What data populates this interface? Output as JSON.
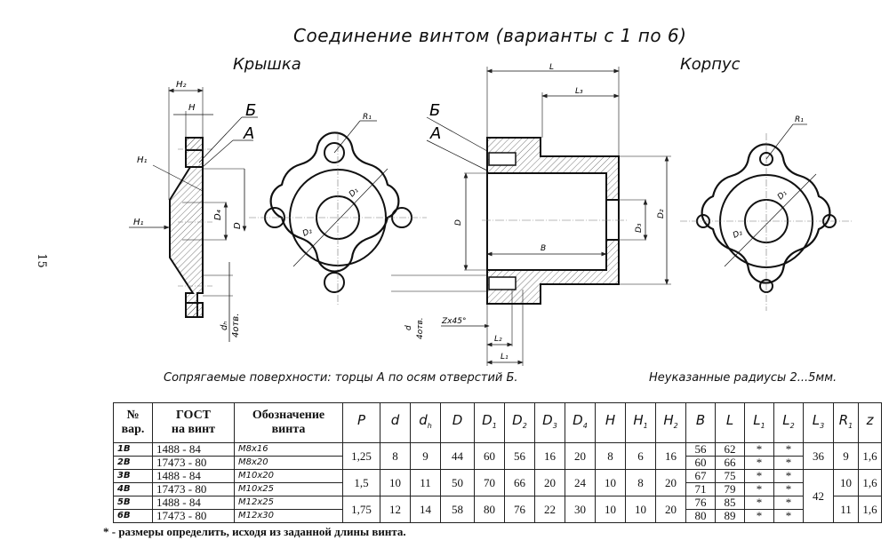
{
  "title": "Соединение винтом (варианты с 1 по 6)",
  "page_number": "15",
  "parts": {
    "cover_label": "Крышка",
    "body_label": "Корпус"
  },
  "drawing_labels": {
    "surface_b": "Б",
    "surface_a": "А",
    "H2": "H₂",
    "H": "H",
    "H1": "H₁",
    "D4": "D₄",
    "D": "D",
    "dh": "dₕ",
    "holes_4": "4отв.",
    "d": "d",
    "R1": "R₁",
    "D1": "D₁",
    "D2": "D₂",
    "D3": "D₃",
    "L": "L",
    "L1": "L₁",
    "L2": "L₂",
    "L3": "L₃",
    "B": "B",
    "chamfer": "Zx45°"
  },
  "notes": {
    "mating_surfaces": "Сопрягаемые поверхности: торцы А по осям отверстий Б.",
    "radii": "Неуказанные радиусы 2...5мм."
  },
  "table": {
    "headers": {
      "var_line1": "№",
      "var_line2": "вар.",
      "gost_line1": "ГОСТ",
      "gost_line2": "на винт",
      "des_line1": "Обозначение",
      "des_line2": "винта",
      "symbols": [
        "P",
        "d",
        "d",
        "D",
        "D",
        "D",
        "D",
        "D",
        "H",
        "H",
        "H",
        "B",
        "L",
        "L",
        "L",
        "L",
        "R",
        "z"
      ],
      "subscripts": [
        "",
        "",
        "h",
        "",
        "1",
        "2",
        "3",
        "4",
        "",
        "1",
        "2",
        "",
        "",
        "1",
        "2",
        "3",
        "1",
        ""
      ]
    },
    "rows": [
      {
        "var": "1В",
        "gost": "1488 - 84",
        "des": "M8x16",
        "B": "56",
        "L": "62",
        "L1": "*",
        "L2": "*"
      },
      {
        "var": "2В",
        "gost": "17473 - 80",
        "des": "M8x20",
        "B": "60",
        "L": "66",
        "L1": "*",
        "L2": "*"
      },
      {
        "var": "3В",
        "gost": "1488 - 84",
        "des": "M10x20",
        "B": "67",
        "L": "75",
        "L1": "*",
        "L2": "*"
      },
      {
        "var": "4В",
        "gost": "17473 - 80",
        "des": "M10x25",
        "B": "71",
        "L": "79",
        "L1": "*",
        "L2": "*"
      },
      {
        "var": "5В",
        "gost": "1488 - 84",
        "des": "M12x25",
        "B": "76",
        "L": "85",
        "L1": "*",
        "L2": "*"
      },
      {
        "var": "6В",
        "gost": "17473 - 80",
        "des": "M12x30",
        "B": "80",
        "L": "89",
        "L1": "*",
        "L2": "*"
      }
    ],
    "groups": [
      {
        "P": "1,25",
        "d": "8",
        "dh": "9",
        "D": "44",
        "D1": "60",
        "D2": "56",
        "D3": "16",
        "D4": "20",
        "H": "8",
        "H1": "6",
        "H2": "16",
        "R1": "9",
        "z": "1,6"
      },
      {
        "P": "1,5",
        "d": "10",
        "dh": "11",
        "D": "50",
        "D1": "70",
        "D2": "66",
        "D3": "20",
        "D4": "24",
        "H": "10",
        "H1": "8",
        "H2": "20",
        "R1": "10",
        "z": "1,6"
      },
      {
        "P": "1,75",
        "d": "12",
        "dh": "14",
        "D": "58",
        "D1": "80",
        "D2": "76",
        "D3": "22",
        "D4": "30",
        "H": "10",
        "H1": "10",
        "H2": "20",
        "R1": "11",
        "z": "1,6"
      }
    ],
    "L3": [
      "36",
      "42"
    ]
  },
  "footnote": "* - размеры определить, исходя из заданной длины винта."
}
